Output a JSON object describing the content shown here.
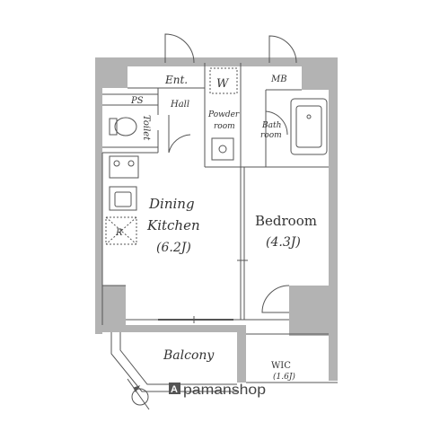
{
  "rooms": {
    "entrance": "Ent.",
    "washer": "W",
    "meter_box": "MB",
    "pipe_space": "PS",
    "hall": "Hall",
    "powder_room_line1": "Powder",
    "powder_room_line2": "room",
    "bath_line1": "Bath",
    "bath_line2": "room",
    "toilet": "Toilet",
    "dining_line1": "Dining",
    "dining_line2": "Kitchen",
    "dining_size": "(6.2J)",
    "fridge": "R",
    "bedroom": "Bedroom",
    "bedroom_size": "(4.3J)",
    "balcony": "Balcony",
    "wic": "WIC",
    "wic_size": "(1.6J)"
  },
  "brand": {
    "prefix": "A",
    "name": "Apamanshop"
  },
  "icons": {
    "compass": "compass-icon",
    "logo": "apamanshop-logo-icon"
  },
  "colors": {
    "wall": "#b3b3b3",
    "line": "#555555",
    "text": "#333333",
    "floor": "#ffffff"
  }
}
